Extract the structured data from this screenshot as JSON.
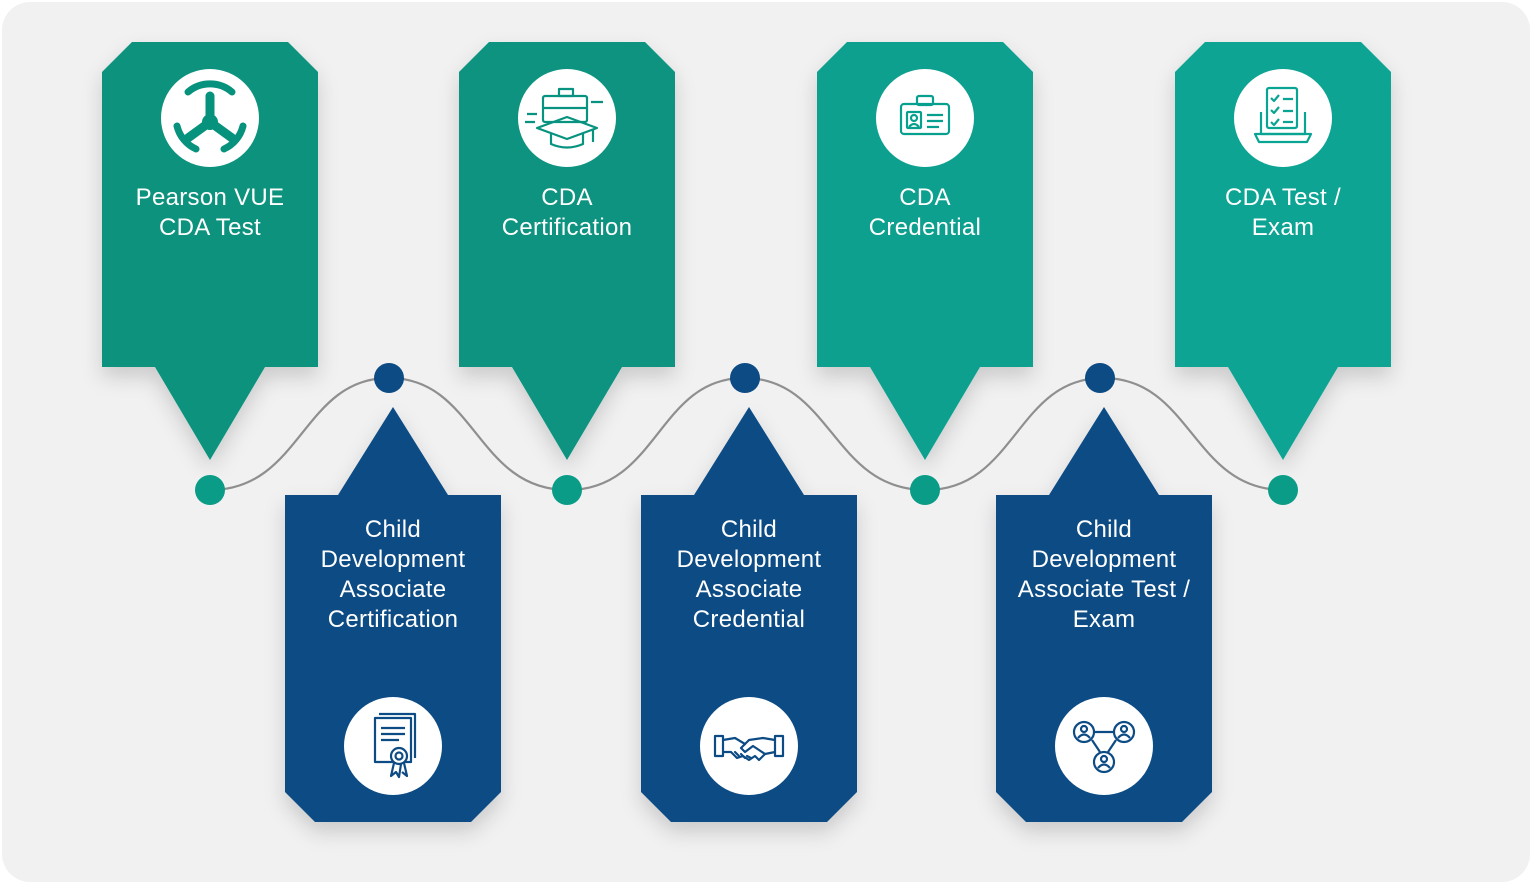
{
  "top_cards": [
    {
      "lines": [
        "Pearson VUE",
        "CDA Test"
      ],
      "icon": "steering-wheel-icon",
      "color": "#07927d"
    },
    {
      "lines": [
        "CDA",
        "Certification"
      ],
      "icon": "graduation-briefcase-icon",
      "color": "#07937f"
    },
    {
      "lines": [
        "CDA",
        "Credential"
      ],
      "icon": "id-badge-icon",
      "color": "#07a08f"
    },
    {
      "lines": [
        "CDA Test /",
        "Exam"
      ],
      "icon": "exam-checklist-laptop-icon",
      "color": "#0aa493"
    }
  ],
  "bottom_cards": [
    {
      "lines": [
        "Child",
        "Development",
        "Associate",
        "Certification"
      ],
      "icon": "certificate-ribbon-icon",
      "color": "#0d4b84"
    },
    {
      "lines": [
        "Child",
        "Development",
        "Associate",
        "Credential"
      ],
      "icon": "handshake-icon",
      "color": "#0d4b84"
    },
    {
      "lines": [
        "Child",
        "Development",
        "Associate Test /",
        "Exam"
      ],
      "icon": "people-network-icon",
      "color": "#0d4b84"
    }
  ],
  "colors": {
    "background": "#f1f1f2",
    "wave": "#8f8f8f",
    "teal_dot": "#0a9c86",
    "navy_dot": "#0d4b84"
  }
}
